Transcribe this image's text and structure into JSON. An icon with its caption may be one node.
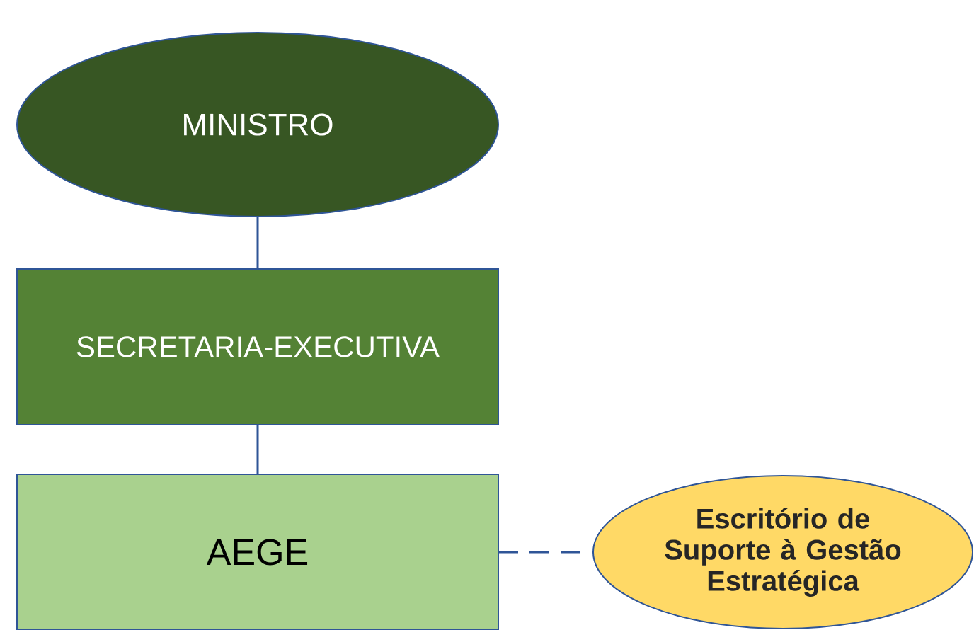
{
  "diagram": {
    "nodes": [
      {
        "text": [
          "MINISTRO"
        ]
      },
      {
        "text": [
          "SECRETARIA-EXECUTIVA"
        ]
      },
      {
        "text": [
          "AEGE"
        ]
      },
      {
        "text": [
          "Escritório de Suporte à Gestão Estratégica"
        ]
      }
    ],
    "edges": [
      {
        "from": 0,
        "to": 1,
        "arrow": "none"
      },
      {
        "from": 1,
        "to": 2,
        "arrow": "none"
      },
      {
        "from": 2,
        "to": 3,
        "arrow": "none",
        "style": "dashed"
      }
    ]
  }
}
